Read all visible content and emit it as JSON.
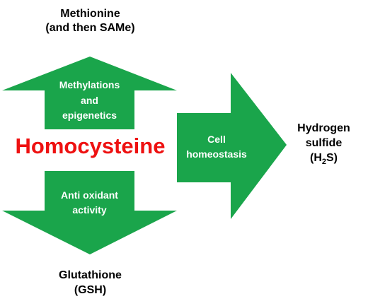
{
  "colors": {
    "arrow": "#1aa54b",
    "central_text": "#ee1111",
    "arrow_text": "#ffffff",
    "outer_text": "#000000"
  },
  "nodes": {
    "top": {
      "line1": "Methionine",
      "line2": "(and then SAMe)"
    },
    "center": {
      "label": "Homocysteine"
    },
    "bottom": {
      "line1": "Glutathione",
      "line2": "(GSH)"
    },
    "right": {
      "line1": "Hydrogen",
      "line2": "sulfide",
      "formula_h": "(H",
      "formula_sub": "2",
      "formula_s": "S)"
    }
  },
  "arrows": {
    "up": {
      "line1": "Methylations",
      "line2": "and",
      "line3": "epigenetics"
    },
    "down": {
      "line1": "Anti oxidant",
      "line2": "activity"
    },
    "right": {
      "line1": "Cell",
      "line2": "homeostasis"
    }
  }
}
